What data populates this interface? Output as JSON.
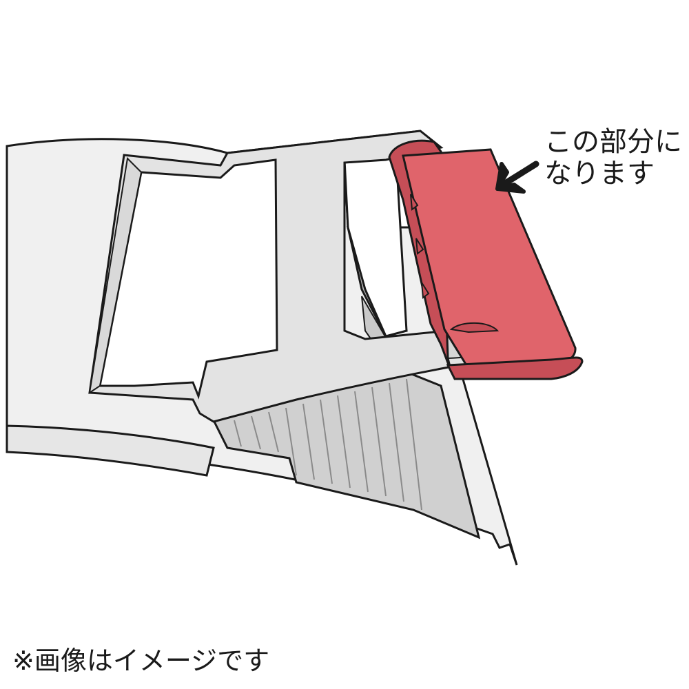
{
  "callout": {
    "line1": "この部分に",
    "line2": "なります"
  },
  "footnote": "※画像はイメージです",
  "colors": {
    "highlight": "#e0646b",
    "highlight_dark": "#c64e57",
    "outline": "#1a1a1a",
    "body_light": "#f0f0f0",
    "body_mid": "#e3e3e3",
    "body_shadow": "#c9c9c9",
    "body_dark": "#b0b0b0"
  },
  "icons": {
    "pointer": "arrow-icon"
  }
}
